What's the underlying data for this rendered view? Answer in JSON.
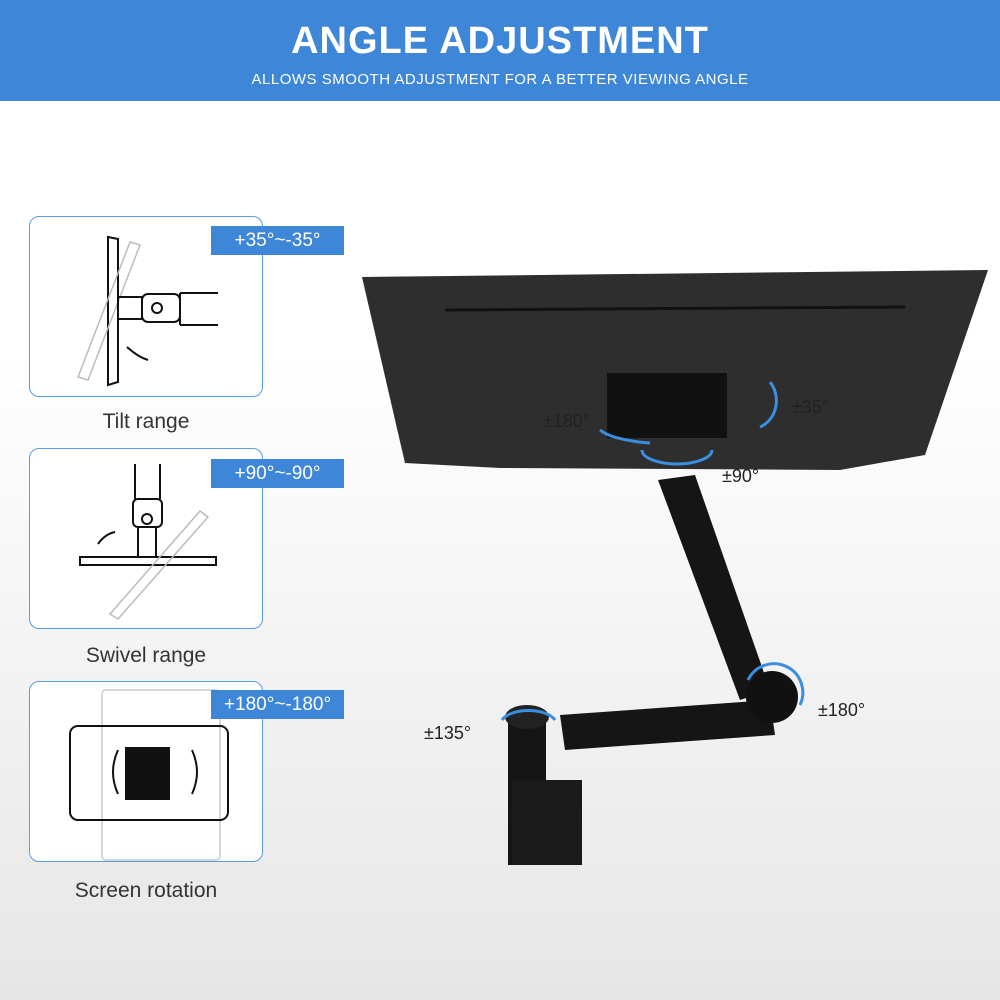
{
  "header": {
    "title": "ANGLE ADJUSTMENT",
    "subtitle": "ALLOWS SMOOTH ADJUSTMENT FOR A BETTER VIEWING ANGLE"
  },
  "features": [
    {
      "range": "+35°~-35°",
      "caption": "Tilt range"
    },
    {
      "range": "+90°~-90°",
      "caption": "Swivel range"
    },
    {
      "range": "+180°~-180°",
      "caption": "Screen rotation"
    }
  ],
  "product_labels": {
    "rotation": "±180°",
    "tilt": "±35°",
    "swivel": "±90°",
    "elbow": "±180°",
    "base": "±135°"
  },
  "colors": {
    "accent": "#3d86d8",
    "arrow": "#3a8ee0"
  }
}
